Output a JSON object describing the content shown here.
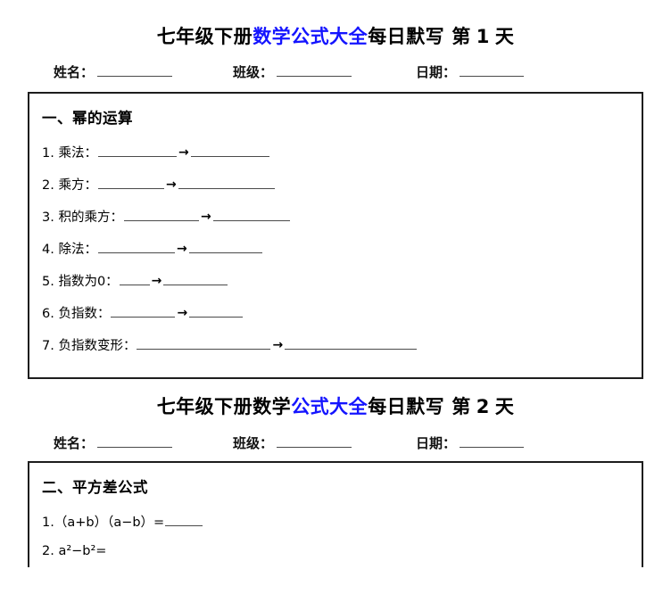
{
  "document": {
    "type": "worksheet",
    "accent_color": "#1414ff",
    "text_color": "#000000",
    "border_color": "#1d1d1d",
    "rule_color": "#4a4a4a"
  },
  "sheets": [
    {
      "title": {
        "prefix": "七年级下册",
        "highlight": "数学公式大全",
        "suffix": "每日默写",
        "day_word": "第",
        "day_number": "1",
        "day_unit": "天"
      },
      "meta": {
        "name_label": "姓名：",
        "class_label": "班级：",
        "date_label": "日期：",
        "name_value": "",
        "class_value": "",
        "date_value": ""
      },
      "section": {
        "heading": "一、幂的运算",
        "items": [
          {
            "label": "1. 乘法：",
            "blank1": "________",
            "arrow": "→",
            "blank2": "________"
          },
          {
            "label": "2. 乘方：",
            "blank1": "_______",
            "arrow": "→",
            "blank2": "___________"
          },
          {
            "label": "3. 积的乘方：",
            "blank1": "________",
            "arrow": "→",
            "blank2": "________"
          },
          {
            "label": "4. 除法：",
            "blank1": "________",
            "arrow": "→",
            "blank2": "________"
          },
          {
            "label": "5. 指数为0：",
            "blank1": "____",
            "arrow": "→",
            "blank2": "_______"
          },
          {
            "label": "6. 负指数：",
            "blank1": "_______",
            "arrow": "→",
            "blank2": "______"
          },
          {
            "label": "7. 负指数变形：",
            "blank1": "______________",
            "arrow": "→",
            "blank2": "_____________"
          }
        ]
      }
    },
    {
      "title": {
        "prefix": "七年级下册数学",
        "highlight": "公式大全",
        "suffix": "每日默写",
        "day_word": "第",
        "day_number": "2",
        "day_unit": "天"
      },
      "meta": {
        "name_label": "姓名：",
        "class_label": "班级：",
        "date_label": "日期：",
        "name_value": "",
        "class_value": "",
        "date_value": ""
      },
      "section": {
        "heading": "二、平方差公式",
        "items": [
          {
            "label": "1.（a+b）（a−b）=",
            "blank1": "____",
            "arrow": "",
            "blank2": ""
          },
          {
            "label": "2. a²−b²=",
            "blank1": "",
            "arrow": "",
            "blank2": ""
          }
        ]
      }
    }
  ]
}
